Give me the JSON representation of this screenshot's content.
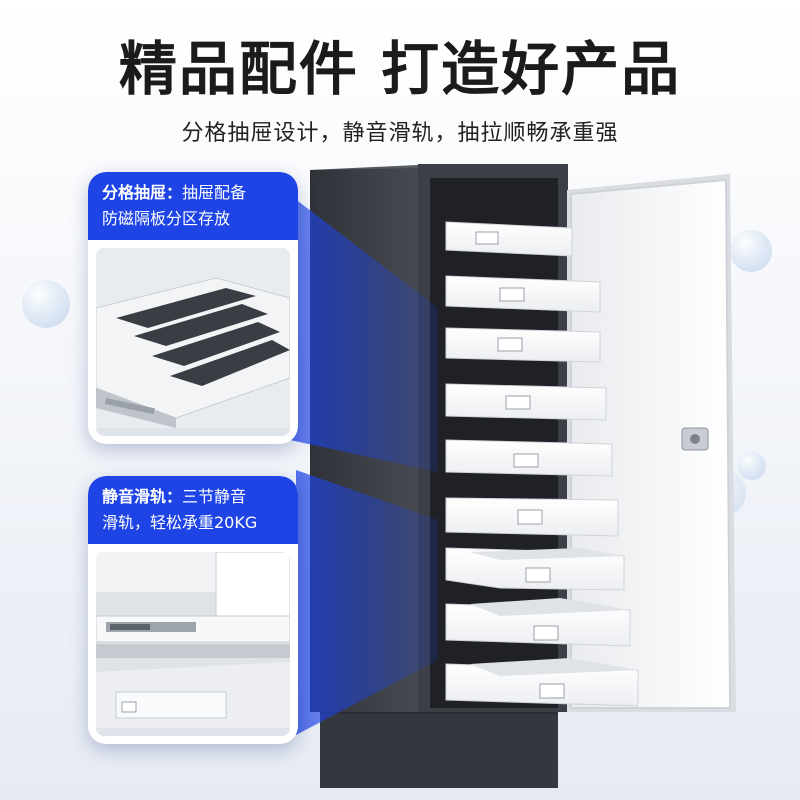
{
  "headline": "精品配件  打造好产品",
  "subheadline": "分格抽屉设计，静音滑轨，抽拉顺畅承重强",
  "callouts": [
    {
      "label": "分格抽屉：",
      "text_line1": "抽屉配备",
      "text_line2": "防磁隔板分区存放"
    },
    {
      "label": "静音滑轨：",
      "text_line1": "三节静音",
      "text_line2": "滑轨，轻松承重20KG"
    }
  ],
  "colors": {
    "accent": "#1e44e6",
    "cabinet": "#3a3d44",
    "drawer": "#f7f7f7"
  }
}
